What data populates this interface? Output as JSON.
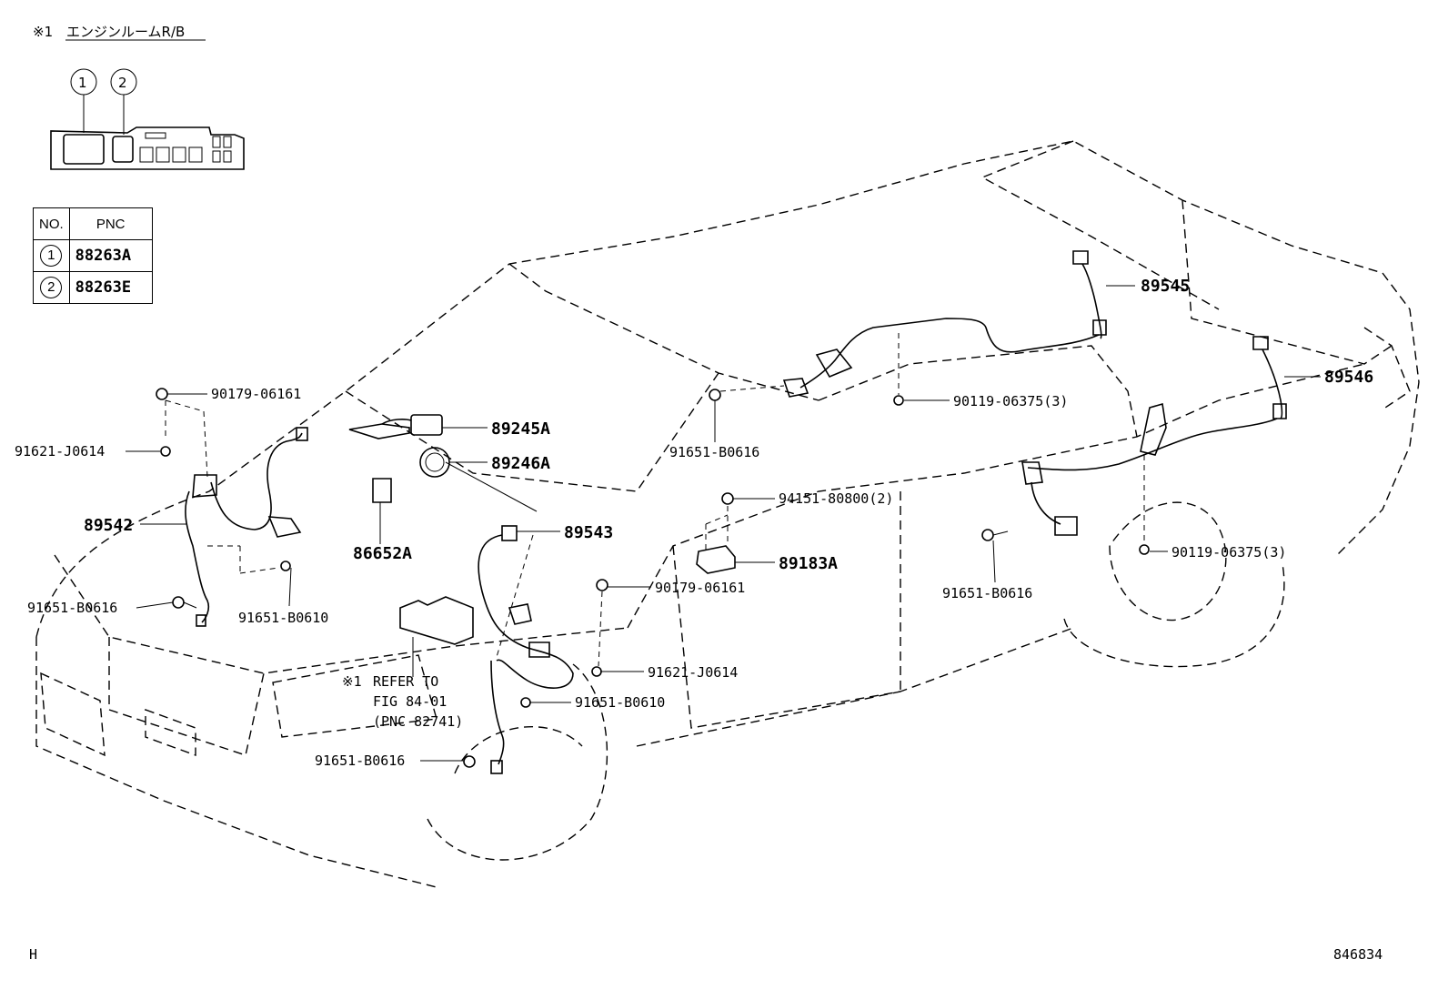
{
  "header_note": {
    "mark": "※1",
    "text": "エンジンルームR/B"
  },
  "relay_box": {
    "callouts": [
      "1",
      "2"
    ]
  },
  "table": {
    "headers": [
      "NO.",
      "PNC"
    ],
    "rows": [
      {
        "no": "1",
        "pnc": "88263A"
      },
      {
        "no": "2",
        "pnc": "88263E"
      }
    ]
  },
  "labels": {
    "p90179_top": "90179-06161",
    "p91621_left": "91621-J0614",
    "p89542": "89542",
    "p91651_left": "91651-B0616",
    "p91651_b0610_left": "91651-B0610",
    "p89245A": "89245A",
    "p89246A": "89246A",
    "p86652A": "86652A",
    "p89543": "89543",
    "p91651_center": "91651-B0616",
    "p94151": "94151-80800(2)",
    "p89183A": "89183A",
    "p90179_center": "90179-06161",
    "p91621_center": "91621-J0614",
    "p91651_b0610_center": "91651-B0610",
    "p91651_bottom": "91651-B0616",
    "p89545": "89545",
    "p89546": "89546",
    "p90119_top": "90119-06375(3)",
    "p90119_right": "90119-06375(3)",
    "p91651_right": "91651-B0616"
  },
  "refer_note": {
    "mark": "※1",
    "line1": "REFER TO",
    "line2": "FIG 84-01",
    "line3": "(PNC 82741)"
  },
  "footer": {
    "left": "H",
    "right": "846834"
  }
}
